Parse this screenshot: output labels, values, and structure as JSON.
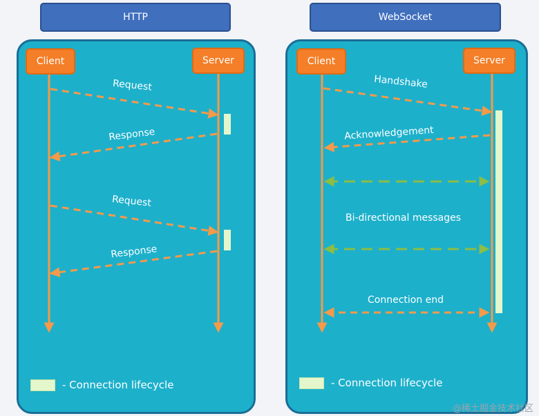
{
  "http": {
    "title": "HTTP",
    "client_label": "Client",
    "server_label": "Server",
    "messages": [
      "Request",
      "Response",
      "Request",
      "Response"
    ],
    "legend": "- Connection lifecycle"
  },
  "websocket": {
    "title": "WebSocket",
    "client_label": "Client",
    "server_label": "Server",
    "messages": [
      "Handshake",
      "Acknowledgement",
      "Bi-directional messages",
      "Connection end"
    ],
    "legend": "- Connection lifecycle"
  },
  "watermark": "@稀土掘金技术社区",
  "colors": {
    "panel": "#1db0cb",
    "title_box": "#3f6fbd",
    "actor": "#f47f28",
    "arrow": "#f49a4a",
    "bidirectional_arrow": "#8cbd45",
    "lifecycle": "#e4f7cc"
  }
}
